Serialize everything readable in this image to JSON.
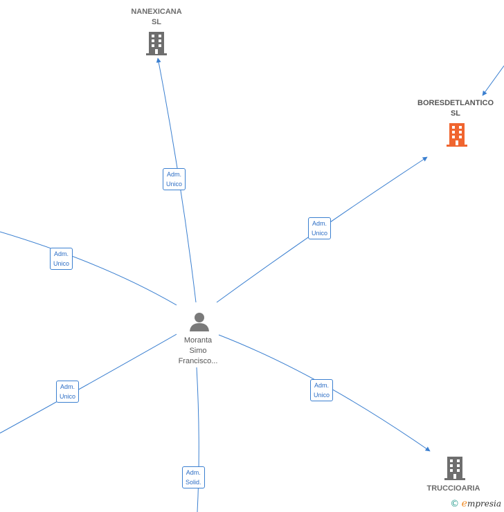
{
  "colors": {
    "edge": "#3a7fd0",
    "company_icon": "#6e6e6e",
    "highlight_icon": "#f0652f",
    "person_icon": "#7a7a7a"
  },
  "nodes": {
    "nanexicana": {
      "line1": "NANEXICANA",
      "line2": "SL",
      "icon": "building-icon"
    },
    "boresdetlantico": {
      "line1": "BORESDETLANTICO",
      "line2": "SL",
      "icon": "building-icon"
    },
    "truccioaria": {
      "line1": "TRUCCIOARIA",
      "icon": "building-icon"
    },
    "person": {
      "line1": "Moranta",
      "line2": "Simo",
      "line3": "Francisco...",
      "icon": "person-icon"
    }
  },
  "edges": {
    "to_nanexicana": {
      "line1": "Adm.",
      "line2": "Unico"
    },
    "to_boresdetlantico": {
      "line1": "Adm.",
      "line2": "Unico"
    },
    "to_left_top": {
      "line1": "Adm.",
      "line2": "Unico"
    },
    "to_left_bottom": {
      "line1": "Adm.",
      "line2": "Unico"
    },
    "to_truccioaria": {
      "line1": "Adm.",
      "line2": "Unico"
    },
    "to_bottom": {
      "line1": "Adm.",
      "line2": "Solid."
    }
  },
  "footer": {
    "copyright": "©",
    "brand_initial": "e",
    "brand_rest": "mpresia"
  }
}
